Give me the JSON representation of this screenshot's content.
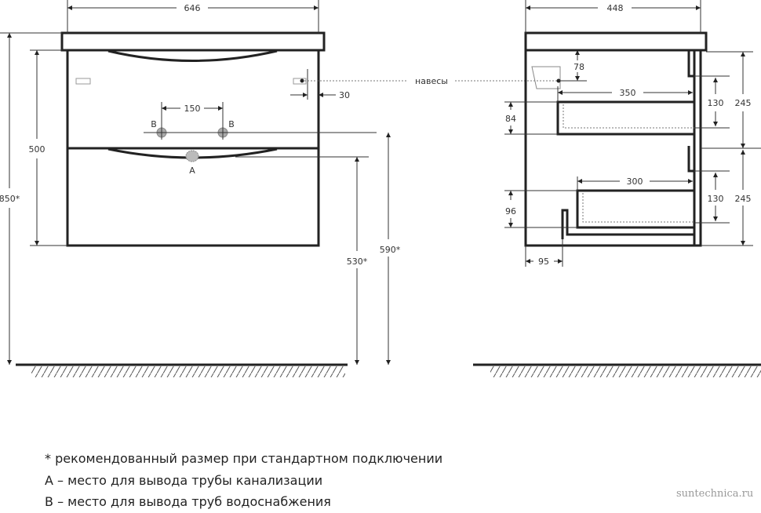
{
  "front_view": {
    "width": "646",
    "height_500": "500",
    "total_height": "850*",
    "drain_height": "530*",
    "supply_height": "590*",
    "hinge_offset": "30",
    "supply_spacing": "150",
    "label_a": "A",
    "label_b": "B",
    "hinges_label": "навесы"
  },
  "side_view": {
    "depth": "448",
    "hinge_height": "78",
    "drawer1_depth": "350",
    "drawer1_height": "84",
    "drawer2_depth": "300",
    "drawer2_height": "96",
    "cutout": "95",
    "drawer_front_inner": "130",
    "drawer_front": "245"
  },
  "notes": [
    "* рекомендованный размер при стандартном подключении",
    "А – место для вывода трубы канализации",
    "В – место для вывода труб водоснабжения"
  ],
  "watermark": "suntechnica.ru"
}
